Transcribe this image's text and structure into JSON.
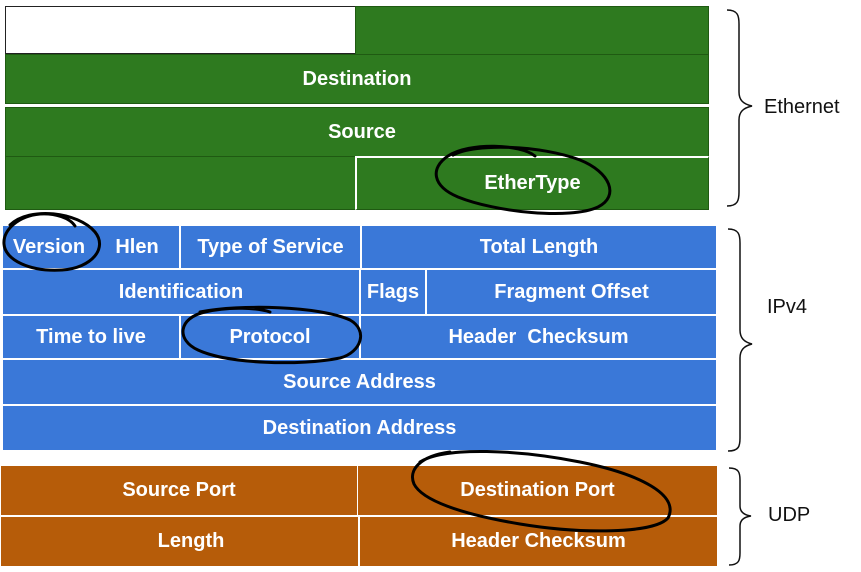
{
  "ethernet": {
    "label": "Ethernet",
    "destination": "Destination",
    "source": "Source",
    "ethertype": "EtherType"
  },
  "ipv4": {
    "label": "IPv4",
    "version": "Version",
    "hlen": "Hlen",
    "tos": "Type of Service",
    "total_length": "Total Length",
    "identification": "Identification",
    "flags": "Flags",
    "fragment_offset": "Fragment Offset",
    "ttl": "Time to live",
    "protocol": "Protocol",
    "header_checksum": "Header  Checksum",
    "source_address": "Source Address",
    "destination_address": "Destination Address"
  },
  "udp": {
    "label": "UDP",
    "source_port": "Source Port",
    "destination_port": "Destination Port",
    "length": "Length",
    "header_checksum": "Header Checksum"
  },
  "colors": {
    "ethernet": "#2e7a1f",
    "ipv4": "#3a78d8",
    "udp": "#b65c09"
  }
}
